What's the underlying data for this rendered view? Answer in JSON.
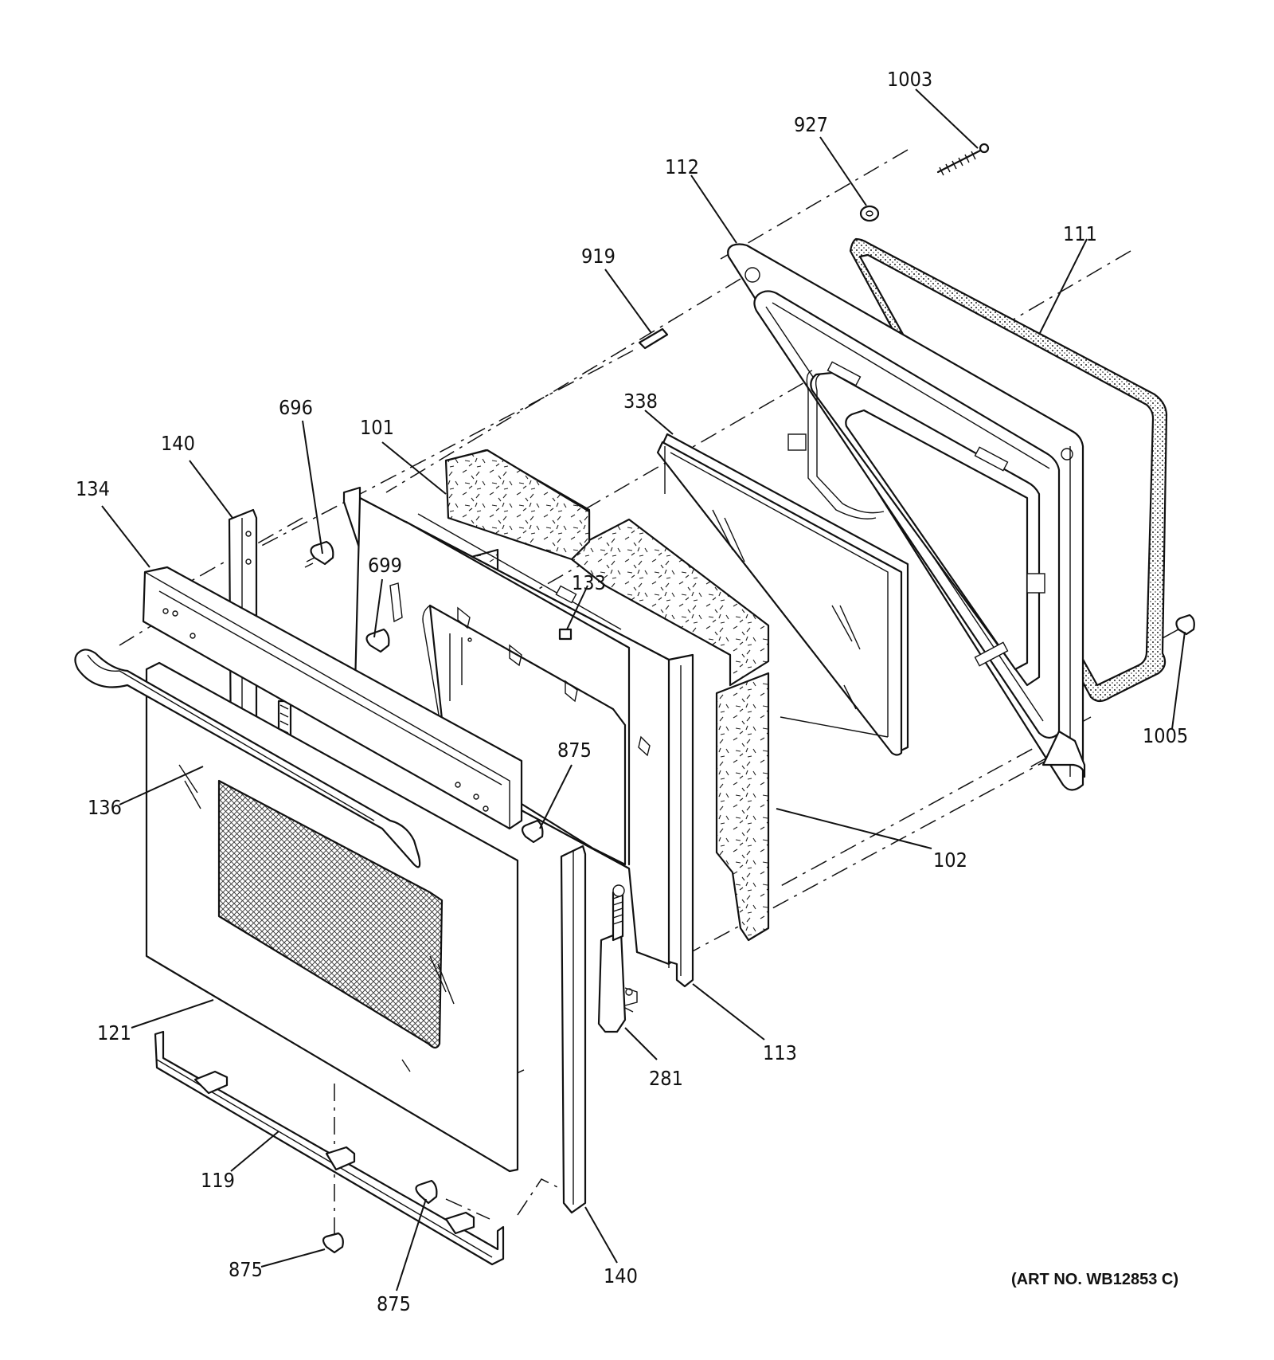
{
  "art_number": "(ART NO. WB12853 C)",
  "callouts": [
    {
      "id": "c1003",
      "label": "1003"
    },
    {
      "id": "c927",
      "label": "927"
    },
    {
      "id": "c112",
      "label": "112"
    },
    {
      "id": "c111",
      "label": "111"
    },
    {
      "id": "c919",
      "label": "919"
    },
    {
      "id": "c338",
      "label": "338"
    },
    {
      "id": "c696",
      "label": "696"
    },
    {
      "id": "c101",
      "label": "101"
    },
    {
      "id": "c140a",
      "label": "140"
    },
    {
      "id": "c134",
      "label": "134"
    },
    {
      "id": "c699",
      "label": "699"
    },
    {
      "id": "c133",
      "label": "133"
    },
    {
      "id": "c1005",
      "label": "1005"
    },
    {
      "id": "c136",
      "label": "136"
    },
    {
      "id": "c875a",
      "label": "875"
    },
    {
      "id": "c102",
      "label": "102"
    },
    {
      "id": "c113",
      "label": "113"
    },
    {
      "id": "c281",
      "label": "281"
    },
    {
      "id": "c121",
      "label": "121"
    },
    {
      "id": "c119",
      "label": "119"
    },
    {
      "id": "c875b",
      "label": "875"
    },
    {
      "id": "c875c",
      "label": "875"
    },
    {
      "id": "c140b",
      "label": "140"
    }
  ]
}
